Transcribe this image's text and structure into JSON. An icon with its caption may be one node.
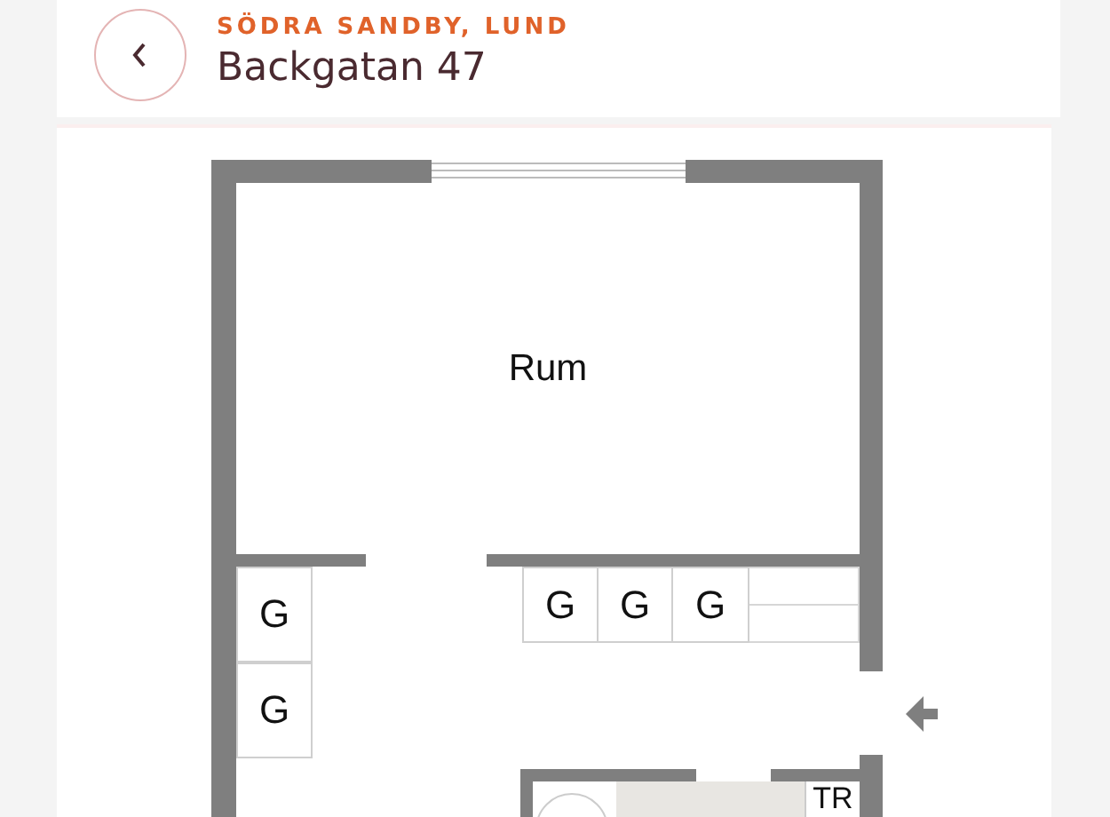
{
  "diagram": {
    "nodes": [
      {
        "text": [
          "Rum"
        ]
      },
      {
        "text": [
          "G"
        ]
      },
      {
        "text": [
          "G"
        ]
      },
      {
        "text": [
          "G"
        ]
      },
      {
        "text": [
          "G"
        ]
      },
      {
        "text": [
          "G"
        ]
      },
      {
        "text": [
          "TR"
        ]
      }
    ],
    "labels": [
      "SÖDRA SANDBY, LUND",
      "Backgatan 47"
    ]
  }
}
